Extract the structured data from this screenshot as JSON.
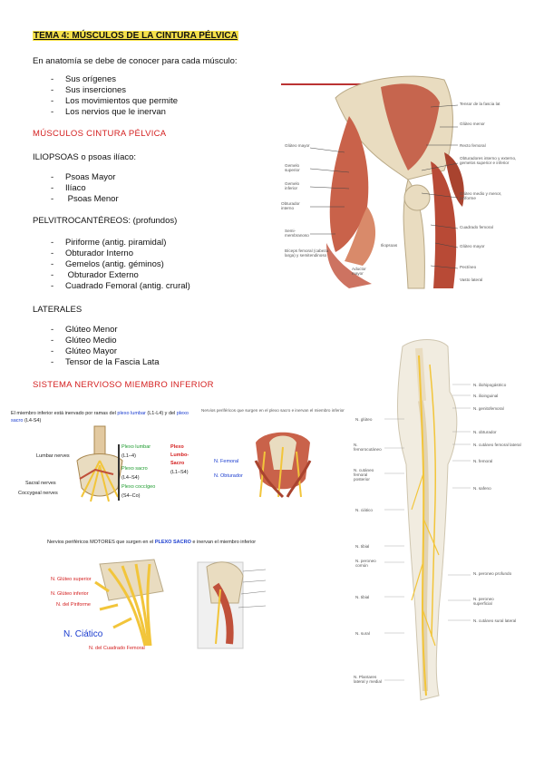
{
  "title": "TEMA 4: MÚSCULOS DE LA CINTURA PÉLVICA",
  "intro": "En anatomía se debe de conocer para cada músculo:",
  "intro_items": [
    "Sus orígenes",
    "Sus inserciones",
    "Los movimientos que permite",
    "Los nervios que le inervan"
  ],
  "section1_heading": "MÚSCULOS CINTURA PÉLVICA",
  "iliopsoas_heading": "ILIOPSOAS o psoas ilíaco:",
  "iliopsoas_items": [
    "Psoas Mayor",
    "Ilíaco",
    "Psoas Menor"
  ],
  "pelvitro_heading": "PELVITROCANTÉREOS: (profundos)",
  "pelvitro_items": [
    "Piriforme (antig. piramidal)",
    "Obturador Interno",
    "Gemelos (antig. géminos)",
    "Obturador Externo",
    "Cuadrado Femoral (antig. crural)"
  ],
  "laterales_heading": "LATERALES",
  "laterales_items": [
    "Glúteo Menor",
    "Glúteo Medio",
    "Glúteo Mayor",
    "Tensor de la Fascia Lata"
  ],
  "section2_heading": "SISTEMA NERVIOSO MIEMBRO INFERIOR",
  "hip_figure": {
    "labels_right": [
      "Tensor de la fascia lat",
      "Glúteo menor",
      "Recto femoral",
      "Obturadores interno y externo, gemelos superior e inferior",
      "Glúteo medio y menor, piriforme",
      "Cuadrado femoral",
      "Glúteo mayor",
      "Pectíneo",
      "Vasto lateral"
    ],
    "labels_left": [
      "Glúteo mayor",
      "Gemelo superior",
      "Gemelo inferior",
      "Obturador interno",
      "Semi-membranoso",
      "Bíceps femoral (cabeza larga) y semitendinoso"
    ],
    "labels_bottom": [
      "Iliopsoas",
      "Aductor mayor"
    ]
  },
  "plexus_figure": {
    "caption_part1": "El miembro inferior está inervado por ramas del",
    "caption_blue1": "plexo lumbar",
    "caption_part2": "(L1-L4) y del",
    "caption_blue2": "plexo sacro",
    "caption_part3": "(L4-S4)",
    "left_labels": [
      "Lumbar nerves",
      "Sacral nerves",
      "Coccygeal nerves"
    ],
    "plexo_lumbar": "Plexo lumbar",
    "lumbar_range": "(L1–4)",
    "plexo_sacro": "Plexo sacro",
    "sacro_range": "(L4–S4)",
    "plexo_coccigeo": "Plexo coccígeo",
    "coccigeo_range": "(S4–Co)",
    "red_label_line1": "Plexo",
    "red_label_line2": "Lumbo-",
    "red_label_line3": "Sacro",
    "red_label_range": "(L1–S4)"
  },
  "pelvis_nerves_figure": {
    "caption": "Nervios periféricos que surgen en el plexo sacro e inervan el miembro inferior",
    "labels": [
      "N. Femoral",
      "N. Obturador"
    ]
  },
  "motor_figure": {
    "caption_part1": "Nervios periféricos MOTORES que surgen en el",
    "caption_blue": "PLEXO SACRO",
    "caption_part2": "e inervan el miembro inferior",
    "labels": [
      "N. Glúteo superior",
      "N. Glúteo inferior",
      "N. del Piriforme",
      "N. Ciático",
      "N. del Cuadrado Femoral"
    ]
  },
  "leg_figure": {
    "labels_left": [
      "N. glúteo",
      "N. femorocutáneo",
      "N. cutáneo femoral posterior",
      "N. ciático",
      "N. tibial",
      "N. peroneo común",
      "N. tibial",
      "N. sural",
      "N. Plantares lateral y medial"
    ],
    "labels_right": [
      "N. iliohipogástrico",
      "N. ilioinguinal",
      "N. genitofemoral",
      "N. obturador",
      "N. cutáneo femoral lateral",
      "N. femoral",
      "N. safeno",
      "N. peroneo profundo",
      "N. peroneo superficial",
      "N. cutáneo sural lateral"
    ]
  },
  "colors": {
    "title_highlight": "#f5e04a",
    "heading_red": "#d42020",
    "caption_blue": "#1a3ccf",
    "plexus_green": "#1b9a2c",
    "muscle_red": "#c0503a",
    "bone": "#e9dcc0",
    "nerve_yellow": "#f2c53a"
  }
}
